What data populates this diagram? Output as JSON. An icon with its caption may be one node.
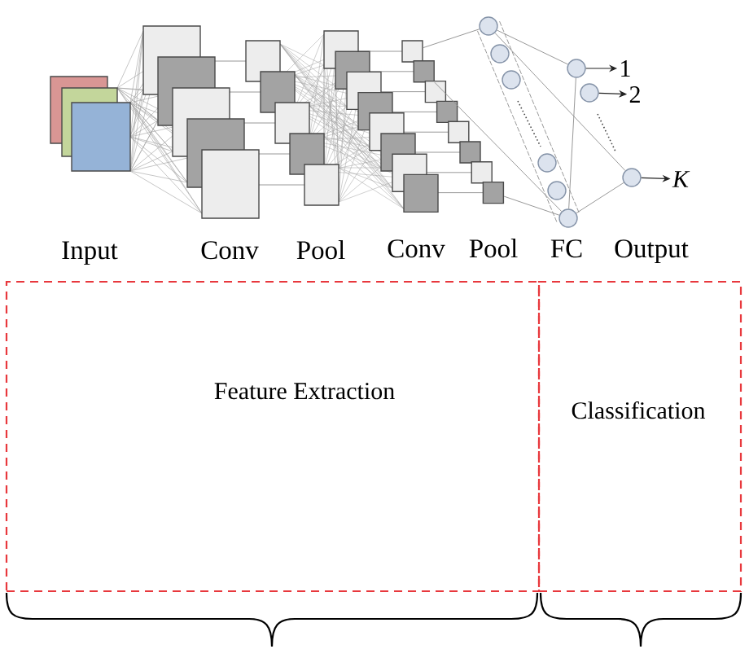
{
  "diagram": {
    "nodes": [
      {
        "text": [],
        "shape": "box"
      },
      {
        "text": [],
        "shape": "box"
      },
      {
        "text": [],
        "shape": "box"
      },
      {
        "text": [],
        "shape": "box"
      },
      {
        "text": [],
        "shape": "box"
      },
      {
        "text": [],
        "shape": "box"
      },
      {
        "text": [],
        "shape": "box"
      },
      {
        "text": [],
        "shape": "box"
      },
      {
        "text": [],
        "shape": "circle"
      },
      {
        "text": [],
        "shape": "circle"
      },
      {
        "text": [],
        "shape": "circle"
      },
      {
        "text": [],
        "shape": "circle"
      },
      {
        "text": [],
        "shape": "circle"
      },
      {
        "text": [],
        "shape": "circle"
      },
      {
        "text": [],
        "shape": "circle"
      },
      {
        "text": [],
        "shape": "circle"
      },
      {
        "text": [],
        "shape": "circle"
      },
      {
        "text": [
          "1"
        ]
      },
      {
        "text": [
          "2"
        ]
      },
      {
        "text": [
          "K"
        ]
      },
      {
        "text": [
          "Feature Extraction"
        ]
      },
      {
        "text": [
          "Classification"
        ]
      }
    ],
    "edges": [
      {
        "from": 0,
        "to": 8,
        "arrow": "none"
      },
      {
        "from": 1,
        "to": 13,
        "arrow": "none"
      },
      {
        "from": 7,
        "to": 13,
        "arrow": "none"
      },
      {
        "from": 8,
        "to": 14,
        "arrow": "none"
      },
      {
        "from": 8,
        "to": 16,
        "arrow": "none"
      },
      {
        "from": 13,
        "to": 14,
        "arrow": "none"
      },
      {
        "from": 13,
        "to": 16,
        "arrow": "none"
      },
      {
        "from": 14,
        "to": 17,
        "arrow": "to",
        "color": "#222222"
      },
      {
        "from": 15,
        "to": 18,
        "arrow": "to",
        "color": "#222222"
      },
      {
        "from": 16,
        "to": 19,
        "arrow": "to",
        "color": "#222222"
      }
    ],
    "labels": [
      "Input",
      "Conv",
      "Pool",
      "Conv",
      "Pool",
      "FC",
      "Output"
    ]
  }
}
